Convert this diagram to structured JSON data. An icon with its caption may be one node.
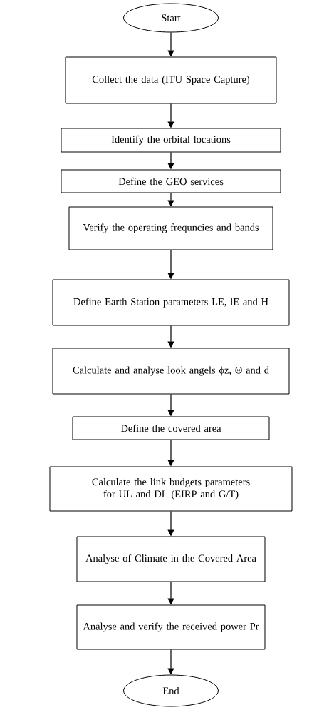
{
  "diagram": {
    "nodes": [
      {
        "text": [
          "Start"
        ]
      },
      {
        "text": [
          "Collect the data (ITU Space Capture)"
        ]
      },
      {
        "text": [
          "Identify the orbital locations"
        ]
      },
      {
        "text": [
          "Define the GEO services"
        ]
      },
      {
        "text": [
          "Verify the operating frequncies and bands"
        ]
      },
      {
        "text": [
          "Define Earth Station parameters LE, lE and H"
        ]
      },
      {
        "text": [
          "Calculate and analyse look angels ϕz, Θ and d"
        ]
      },
      {
        "text": [
          "Define the covered area"
        ]
      },
      {
        "text": [
          "Calculate the link budgets parameters for UL and DL (EIRP and G/T)"
        ]
      },
      {
        "text": [
          "Analyse of Climate in the Covered Area"
        ]
      },
      {
        "text": [
          "Analyse and verify the received power Pr"
        ]
      },
      {
        "text": [
          "End"
        ]
      }
    ],
    "edges": [
      {
        "from": 0,
        "to": 1,
        "arrow": "to"
      },
      {
        "from": 1,
        "to": 2,
        "arrow": "to"
      },
      {
        "from": 2,
        "to": 3,
        "arrow": "to"
      },
      {
        "from": 3,
        "to": 4,
        "arrow": "to"
      },
      {
        "from": 4,
        "to": 5,
        "arrow": "to"
      },
      {
        "from": 5,
        "to": 6,
        "arrow": "to"
      },
      {
        "from": 6,
        "to": 7,
        "arrow": "to"
      },
      {
        "from": 7,
        "to": 8,
        "arrow": "to"
      },
      {
        "from": 8,
        "to": 9,
        "arrow": "to"
      },
      {
        "from": 9,
        "to": 10,
        "arrow": "to"
      },
      {
        "from": 10,
        "to": 11,
        "arrow": "to"
      }
    ]
  }
}
